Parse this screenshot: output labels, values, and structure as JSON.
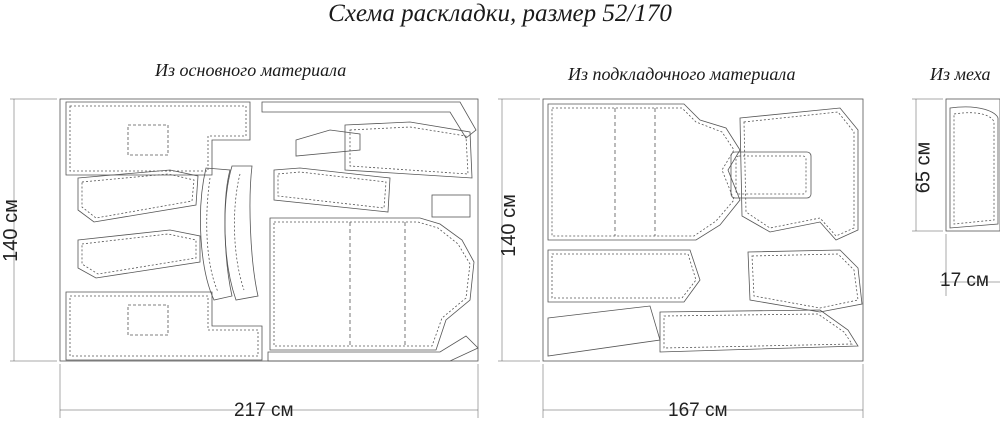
{
  "header": {
    "title": "Схема раскладки, размер 52/170"
  },
  "sections": {
    "main": {
      "label": "Из основного материала",
      "width": "217 см",
      "height": "140 см"
    },
    "lining": {
      "label": "Из подкладочного материала",
      "width": "167 см",
      "height": "140 см"
    },
    "fur": {
      "label": "Из меха",
      "width": "17 см",
      "height": "65 см"
    }
  }
}
